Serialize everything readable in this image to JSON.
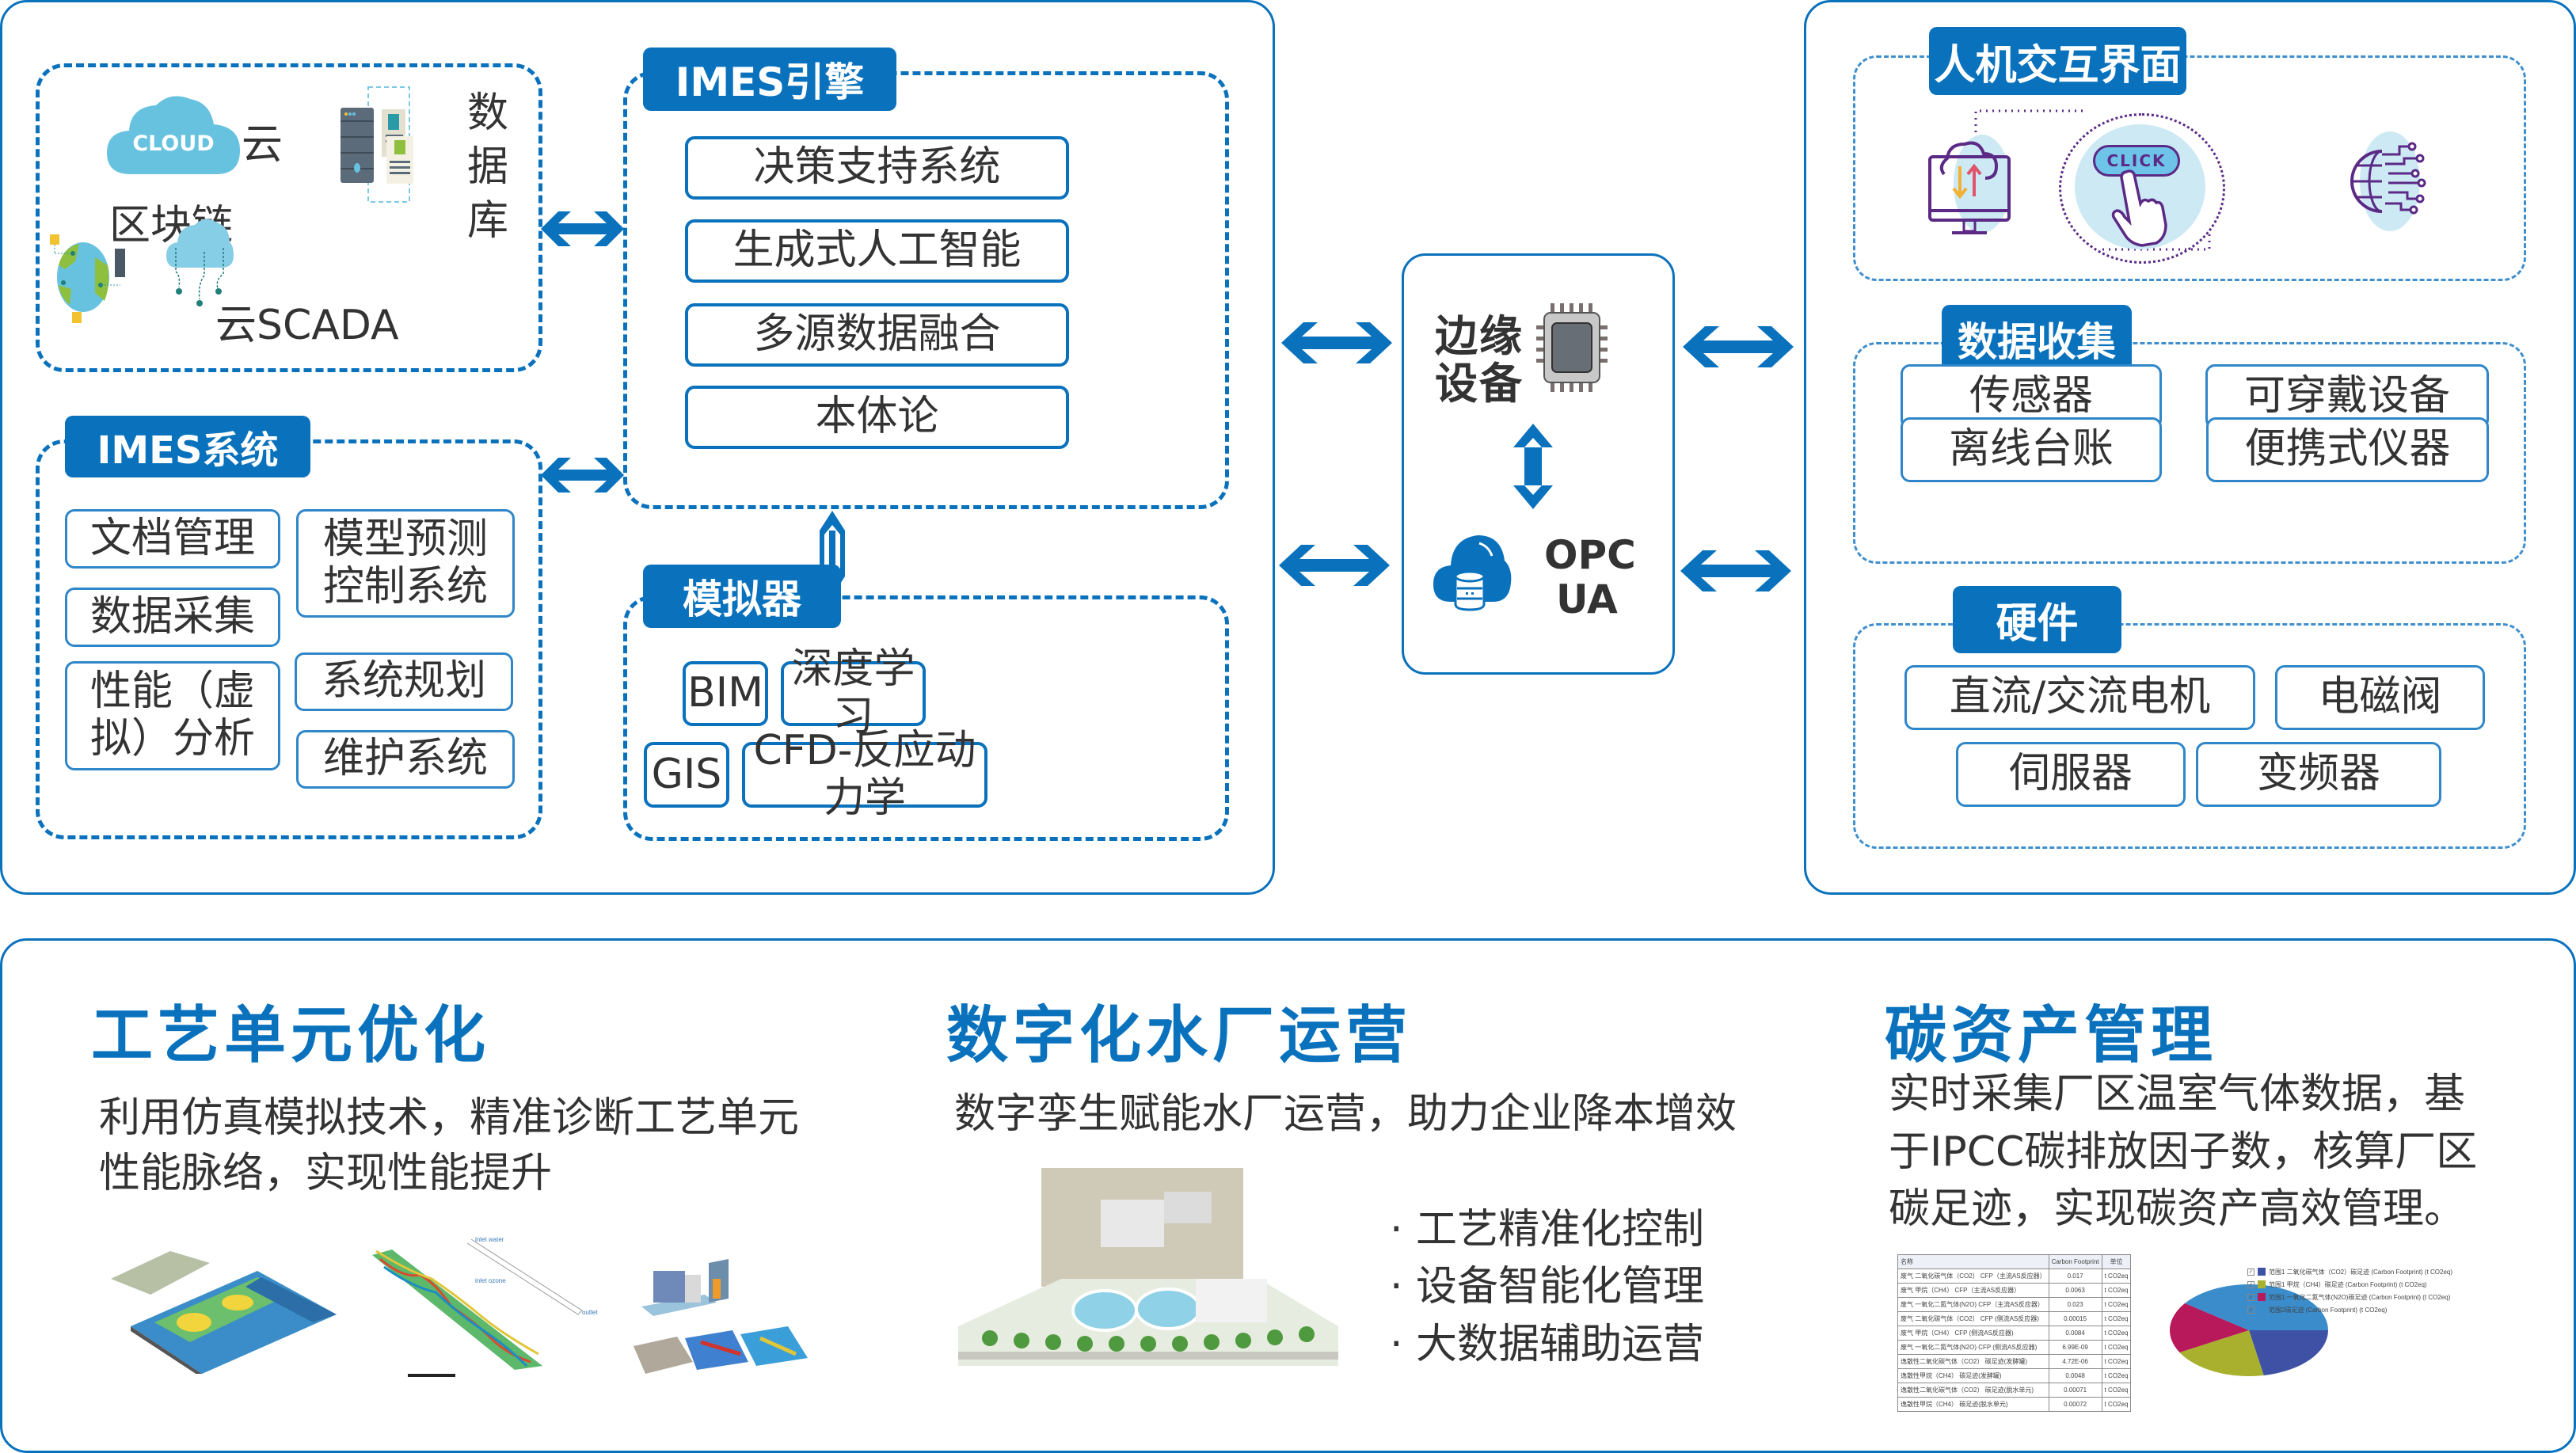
{
  "colors": {
    "brand_blue": "#0a72bd",
    "text_dark": "#333333",
    "pie": [
      "#3f51a5",
      "#a8b02d",
      "#b8195a",
      "#3a8ccb"
    ]
  },
  "left_panel": {
    "infra": {
      "cloud_badge": "CLOUD",
      "cloud_label": "云",
      "database_label": [
        "数",
        "据",
        "库"
      ],
      "blockchain_label": "区块链",
      "cloud_scada_label": "云SCADA"
    },
    "imes_system": {
      "title": "IMES系统",
      "items": [
        "文档管理",
        "数据采集",
        "性能（虚拟）分析",
        "模型预测控制系统",
        "系统规划",
        "维护系统"
      ],
      "perf_lines": [
        "性能（虚",
        "拟）分析"
      ],
      "mpc_lines": [
        "模型预测",
        "控制系统"
      ]
    },
    "imes_engine": {
      "title": "IMES引擎",
      "items": [
        "决策支持系统",
        "生成式人工智能",
        "多源数据融合",
        "本体论"
      ]
    },
    "simulator": {
      "title": "模拟器",
      "items": [
        "BIM",
        "深度学习",
        "GIS",
        "CFD-反应动力学"
      ]
    }
  },
  "edge": {
    "edge_label": [
      "边缘",
      "设备"
    ],
    "opc_label": [
      "OPC",
      "UA"
    ]
  },
  "right_panel": {
    "hmi": {
      "title": "人机交互界面",
      "click_text": "CLICK"
    },
    "data_collection": {
      "title": "数据收集",
      "items": [
        "传感器",
        "可穿戴设备",
        "离线台账",
        "便携式仪器"
      ]
    },
    "hardware": {
      "title": "硬件",
      "items": [
        "直流/交流电机",
        "电磁阀",
        "伺服器",
        "变频器"
      ]
    }
  },
  "bottom": {
    "process": {
      "title": "工艺单元优化",
      "desc": [
        "利用仿真模拟技术，精准诊断工艺单元",
        "性能脉络，实现性能提升"
      ],
      "cfd_labels": [
        "inlet water",
        "inlet ozone",
        "outlet"
      ]
    },
    "digital_plant": {
      "title": "数字化水厂运营",
      "desc": "数字孪生赋能水厂运营，助力企业降本增效",
      "bullets": [
        "· 工艺精准化控制",
        "· 设备智能化管理",
        "· 大数据辅助运营"
      ]
    },
    "carbon": {
      "title": "碳资产管理",
      "desc": [
        "实时采集厂区温室气体数据，基",
        "于IPCC碳排放因子数，核算厂区",
        "碳足迹，实现碳资产高效管理。"
      ],
      "table": {
        "headers": [
          "名称",
          "Carbon Footprint",
          "单位"
        ],
        "rows": [
          [
            "废气 二氧化碳气体（CO2） CFP（主流AS反应器）",
            "0.017",
            "t CO2eq"
          ],
          [
            "废气 甲烷（CH4） CFP（主流AS反应器）",
            "0.0063",
            "t CO2eq"
          ],
          [
            "废气 一氧化二氮气体(N2O) CFP（主流AS反应器）",
            "0.023",
            "t CO2eq"
          ],
          [
            "废气 二氧化碳气体（CO2） CFP (侧流AS反应器)",
            "0.00015",
            "t CO2eq"
          ],
          [
            "废气 甲烷（CH4） CFP (侧流AS反应器)",
            "0.0084",
            "t CO2eq"
          ],
          [
            "废气 一氧化二氮气体(N2O) CFP (侧流AS反应器)",
            "6.99E-09",
            "t CO2eq"
          ],
          [
            "逸散性二氧化碳气体（CO2） 碳足迹(发酵罐)",
            "4.72E-06",
            "t CO2eq"
          ],
          [
            "逸散性甲烷（CH4） 碳足迹(发酵罐)",
            "0.0048",
            "t CO2eq"
          ],
          [
            "逸散性二氧化碳气体（CO2） 碳足迹(脱水单元)",
            "0.00071",
            "t CO2eq"
          ],
          [
            "逸散性甲烷（CH4） 碳足迹(脱水单元)",
            "0.00072",
            "t CO2eq"
          ]
        ]
      },
      "pie_legend": [
        "范围1 二氧化碳气体（CO2）碳足迹 (Carbon Footprint) (t CO2eq)",
        "范围1 甲烷（CH4）碳足迹 (Carbon Footprint) (t CO2eq)",
        "范围1 一氧化二氮气体(N2O)碳足迹 (Carbon Footprint) (t CO2eq)",
        "范围2碳足迹 (Carbon Footprint) (t CO2eq)"
      ],
      "pie_shares": [
        0.22,
        0.2,
        0.18,
        0.4
      ],
      "check_mark": "✓"
    }
  }
}
